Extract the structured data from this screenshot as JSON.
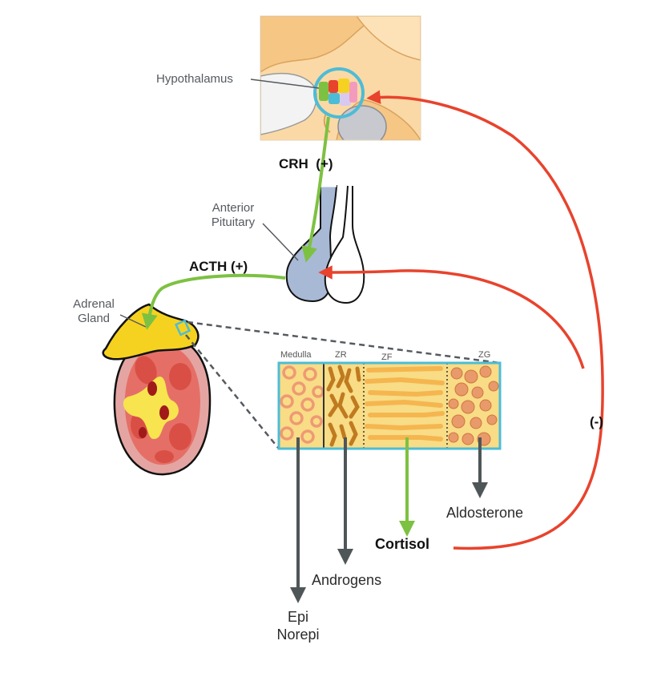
{
  "labels": {
    "hypothalamus": "Hypothalamus",
    "anterior_pituitary_line1": "Anterior",
    "anterior_pituitary_line2": "Pituitary",
    "adrenal_gland_line1": "Adrenal",
    "adrenal_gland_line2": "Gland",
    "crh": "CRH  (+)",
    "acth": "ACTH (+)",
    "negative_feedback": "(-)",
    "zones": {
      "medulla": "Medulla",
      "zr": "ZR",
      "zf": "ZF",
      "zg": "ZG"
    },
    "products": {
      "aldosterone": "Aldosterone",
      "cortisol": "Cortisol",
      "androgens": "Androgens",
      "epi": "Epi",
      "norepi": "Norepi"
    }
  },
  "colors": {
    "stimulation_arrow": "#7dc142",
    "feedback_arrow": "#e8432d",
    "secretion_arrow": "#4f5658",
    "highlight_outline": "#4dbcd6",
    "adrenal_yellow": "#f5d21f",
    "pituitary_blue": "#a8b9d6",
    "cortex_fill": "#f8dc86"
  }
}
